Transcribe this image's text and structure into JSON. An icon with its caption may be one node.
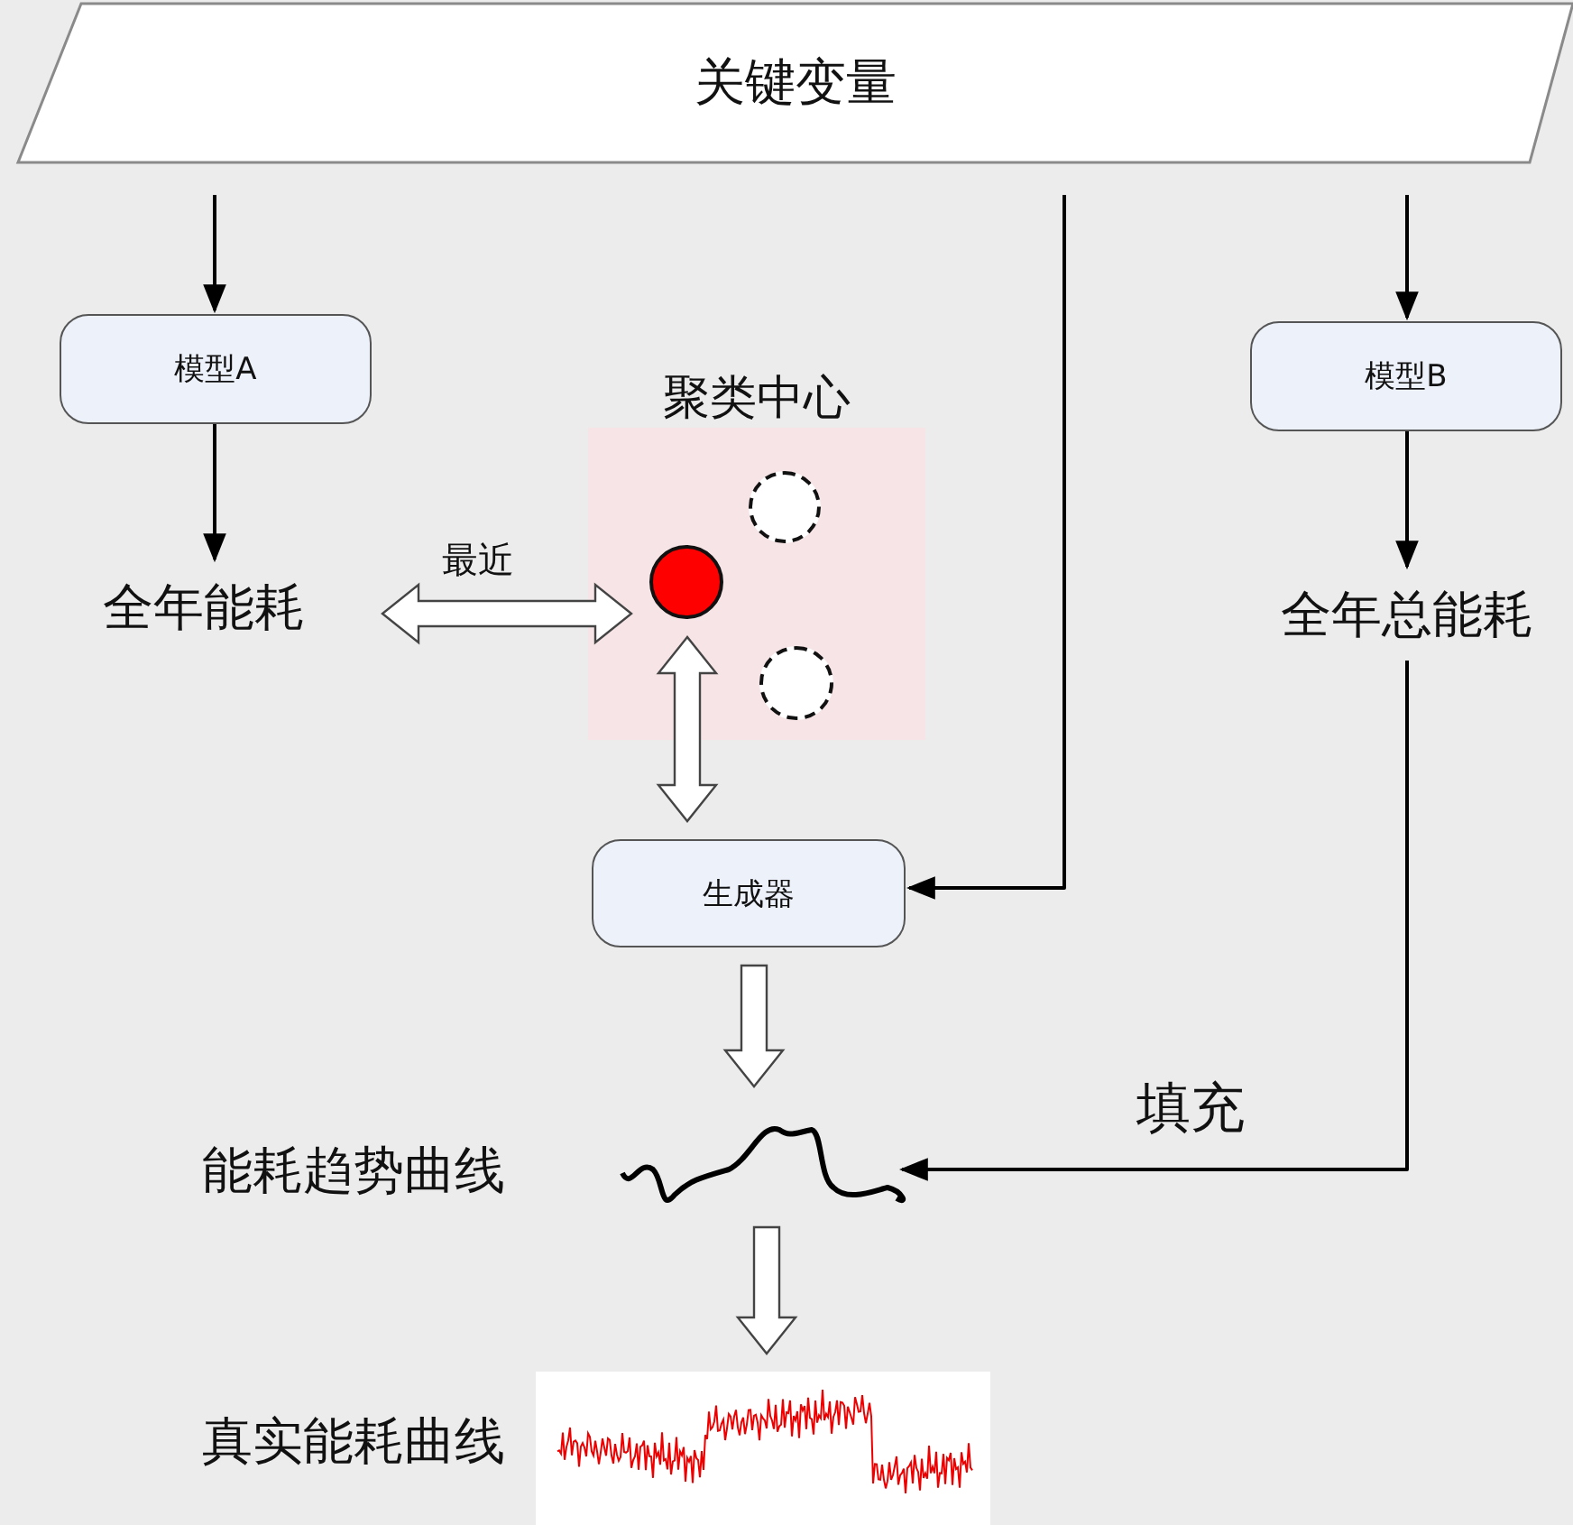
{
  "diagram": {
    "nodes": [
      {
        "text": [
          "关键变量"
        ]
      },
      {
        "text": [
          "模型A"
        ]
      },
      {
        "text": [
          "全年能耗"
        ]
      },
      {
        "text": [
          "聚类中心"
        ]
      },
      {
        "text": [],
        "shape": "circle",
        "in": 3
      },
      {
        "text": [],
        "shape": "circle",
        "in": 3
      },
      {
        "text": [],
        "shape": "circle",
        "in": 3
      },
      {
        "text": [
          "生成器"
        ]
      },
      {
        "text": [
          "模型B"
        ]
      },
      {
        "text": [
          "全年总能耗"
        ]
      },
      {
        "text": [],
        "shape": "curve",
        "beside": [
          "能耗趋势曲线"
        ]
      },
      {
        "text": [],
        "shape": "chart",
        "beside": [
          "真实能耗曲线"
        ]
      }
    ],
    "edges": [
      {
        "from": 0,
        "to": 1,
        "arrow": "to"
      },
      {
        "from": 1,
        "to": 2,
        "arrow": "to"
      },
      {
        "from": 2,
        "to": 4,
        "arrow": "both",
        "label": "最近",
        "style": "thick"
      },
      {
        "from": 4,
        "to": 7,
        "arrow": "both",
        "style": "thick"
      },
      {
        "from": 0,
        "to": 7,
        "arrow": "to"
      },
      {
        "from": 0,
        "to": 8,
        "arrow": "to"
      },
      {
        "from": 8,
        "to": 9,
        "arrow": "to"
      },
      {
        "from": 7,
        "to": 10,
        "arrow": "to",
        "style": "thick"
      },
      {
        "from": 9,
        "to": 10,
        "arrow": "to",
        "label": "填充"
      },
      {
        "from": 10,
        "to": 11,
        "arrow": "to",
        "style": "thick"
      }
    ]
  }
}
